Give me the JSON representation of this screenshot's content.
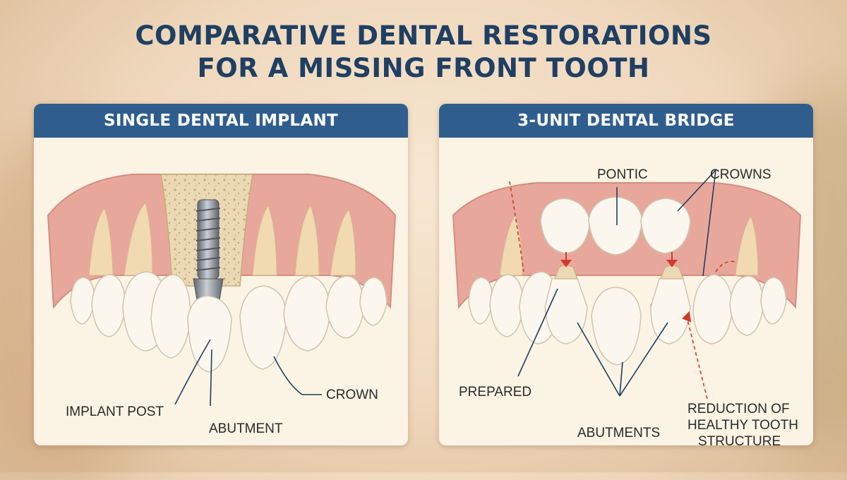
{
  "title": {
    "line1": "COMPARATIVE DENTAL RESTORATIONS",
    "line2": "FOR A MISSING FRONT TOOTH"
  },
  "left_panel": {
    "header": "SINGLE DENTAL IMPLANT",
    "labels": {
      "implant_post": "IMPLANT POST",
      "abutment": "ABUTMENT",
      "crown": "CROWN"
    }
  },
  "right_panel": {
    "header": "3-UNIT DENTAL BRIDGE",
    "labels": {
      "pontic": "PONTIC",
      "crowns": "CROWNS",
      "prepared": "PREPARED",
      "abutments": "ABUTMENTS",
      "reduction_line1": "REDUCTION OF",
      "reduction_line2": "HEALTHY TOOTH",
      "reduction_line3": "STRUCTURE"
    }
  },
  "colors": {
    "title": "#1f3f63",
    "header": "#2f5e8e",
    "gum": "#e8a79b",
    "tooth": "#fbf7ee",
    "bone": "#ead9b4",
    "implant": "#8e959c",
    "highlight_arrow": "#d23a2a"
  }
}
